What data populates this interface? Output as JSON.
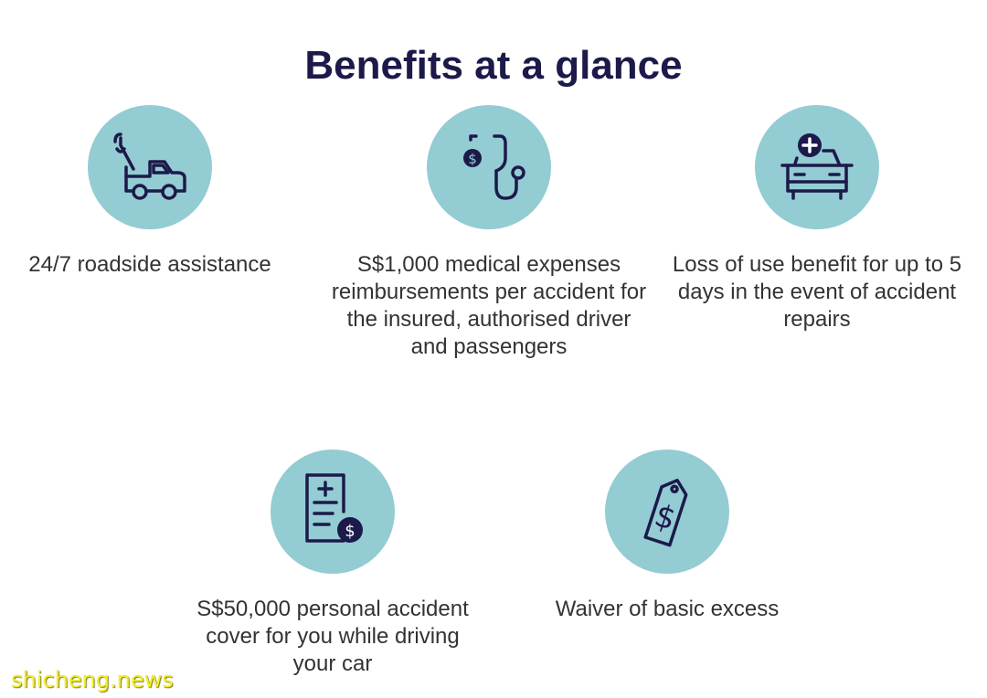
{
  "title": "Benefits at a glance",
  "colors": {
    "circle": "#93ccd3",
    "icon": "#1c1a4a",
    "title": "#1c1a4a",
    "text": "#333333"
  },
  "benefits": [
    {
      "icon": "tow-truck-icon",
      "label": "24/7 roadside assistance"
    },
    {
      "icon": "stethoscope-dollar-icon",
      "label": "S$1,000 medical expenses reimbursements per accident for the insured, authorised driver and passengers"
    },
    {
      "icon": "car-medical-icon",
      "label": "Loss of use benefit for up to 5 days in the event of accident repairs"
    },
    {
      "icon": "medical-bill-dollar-icon",
      "label": "S$50,000 personal accident cover for you while driving your car"
    },
    {
      "icon": "price-tag-dollar-icon",
      "label": "Waiver of basic excess"
    }
  ],
  "watermark": "shicheng.news"
}
